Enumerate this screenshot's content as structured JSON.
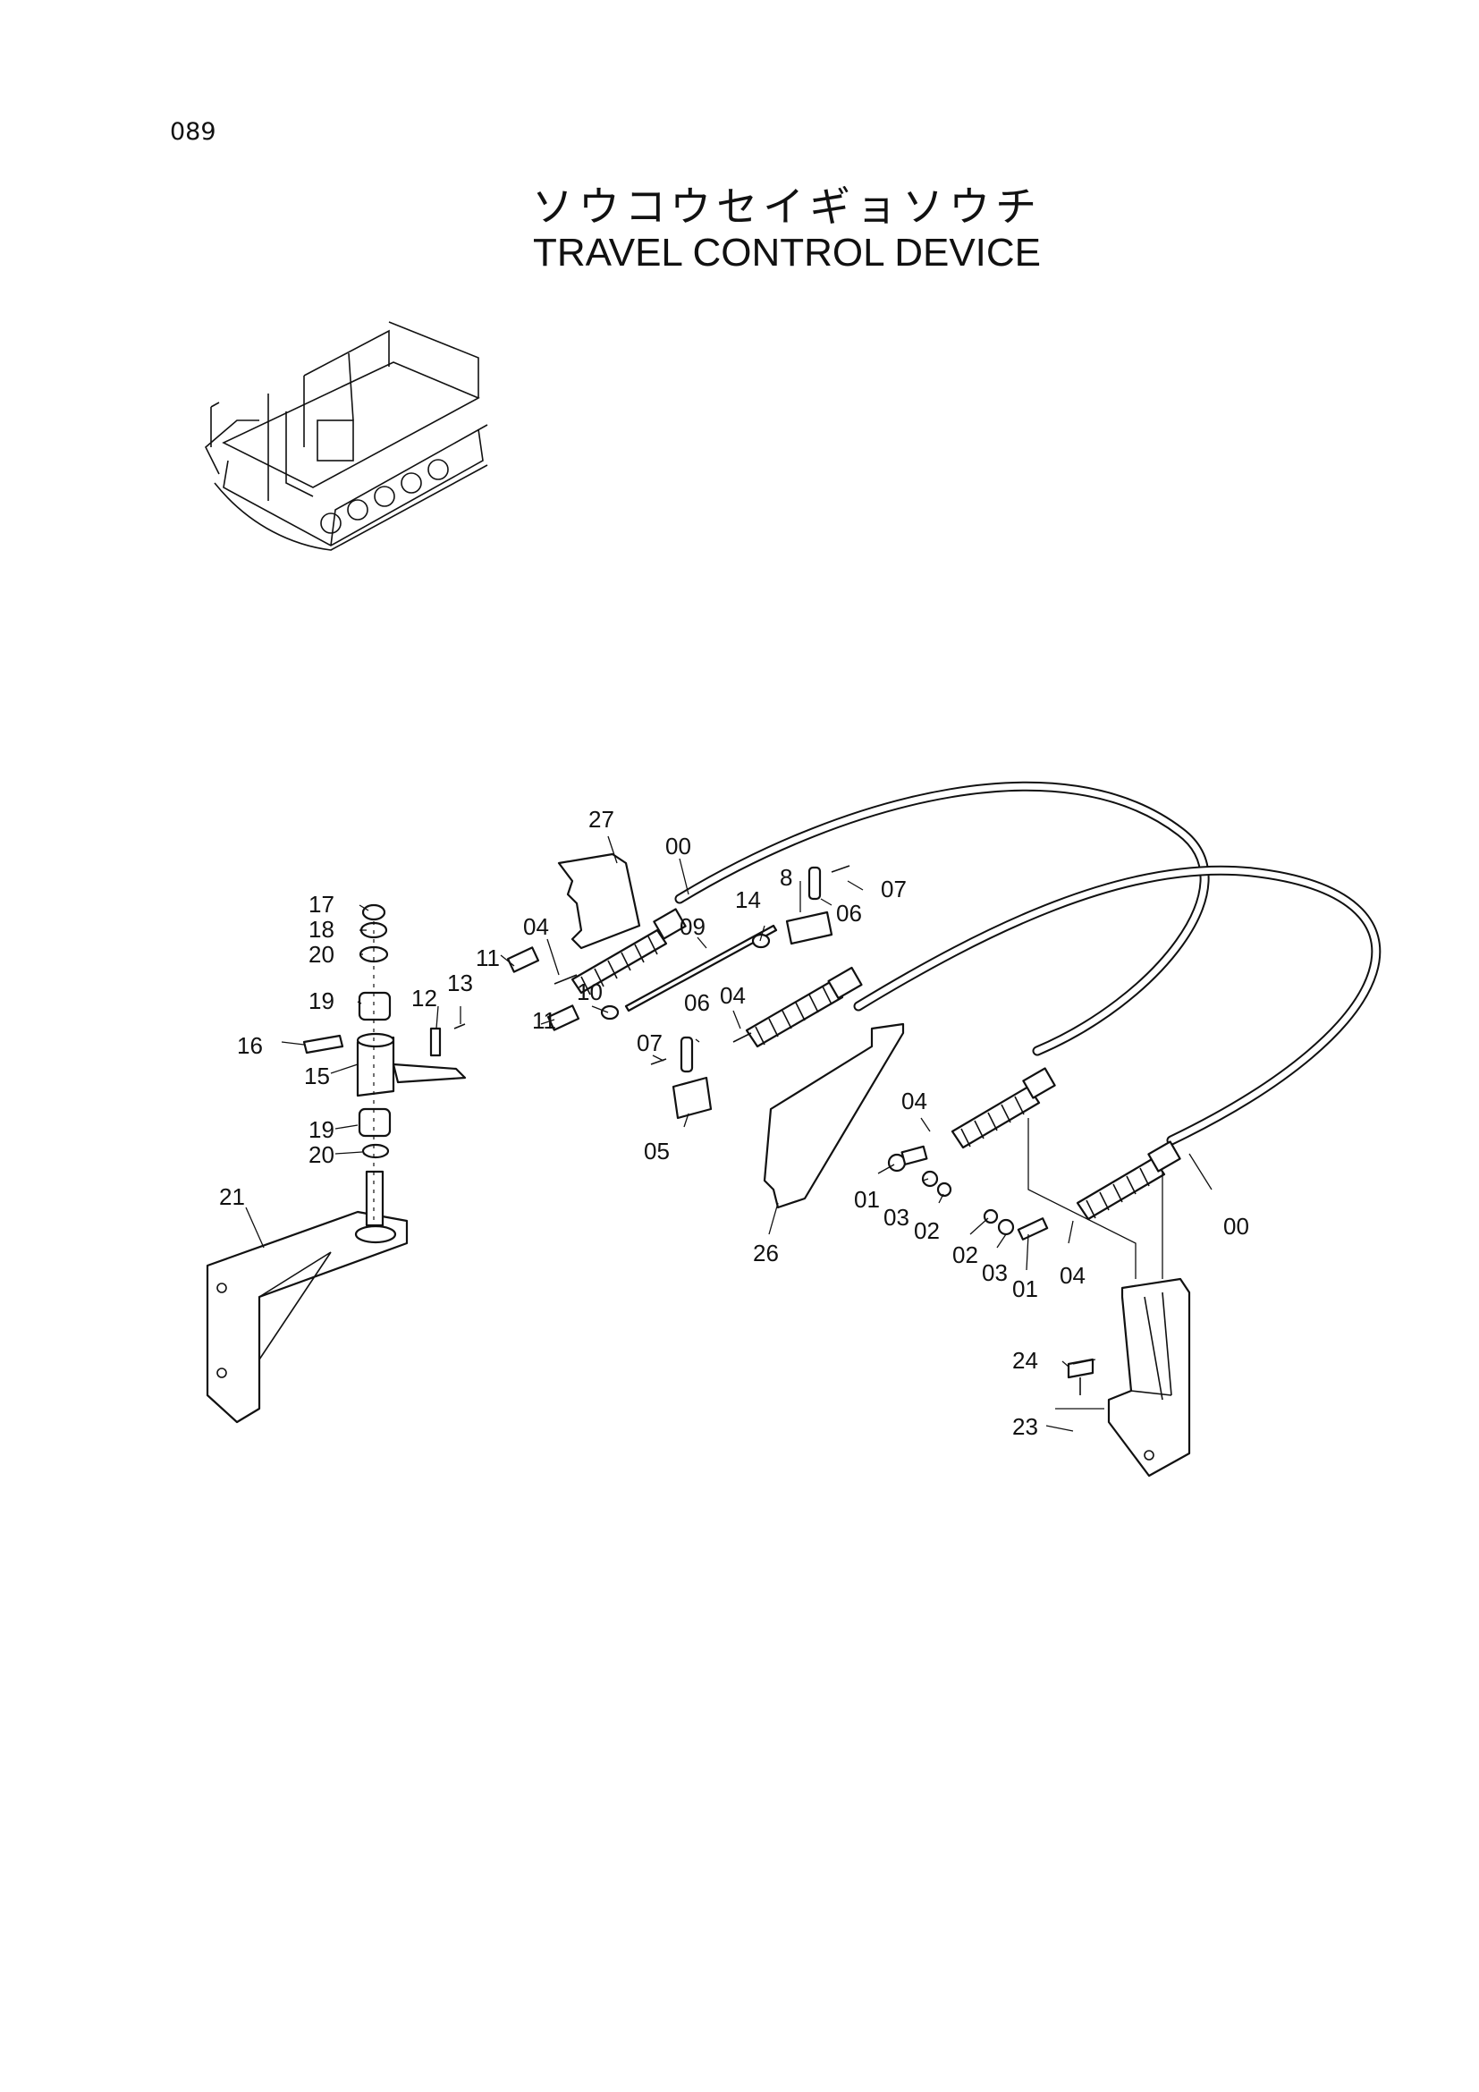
{
  "page_number": "089",
  "title_jp": "ソウコウセイギョソウチ",
  "title_en": "TRAVEL CONTROL DEVICE",
  "callouts": {
    "c27": "27",
    "c00a": "00",
    "c08": "8",
    "c07a": "07",
    "c14": "14",
    "c06a": "06",
    "c09": "09",
    "c04a": "04",
    "c17": "17",
    "c18": "18",
    "c20a": "20",
    "c19a": "19",
    "c11a": "11",
    "c13": "13",
    "c12": "12",
    "c10": "10",
    "c06b": "06",
    "c04b": "04",
    "c16": "16",
    "c15": "15",
    "c11b": "11",
    "c07b": "07",
    "c19b": "19",
    "c20b": "20",
    "c05": "05",
    "c04c": "04",
    "c21": "21",
    "c01a": "01",
    "c03a": "03",
    "c02a": "02",
    "c26": "26",
    "c02b": "02",
    "c03b": "03",
    "c01b": "01",
    "c04d": "04",
    "c00b": "00",
    "c24": "24",
    "c23": "23"
  }
}
